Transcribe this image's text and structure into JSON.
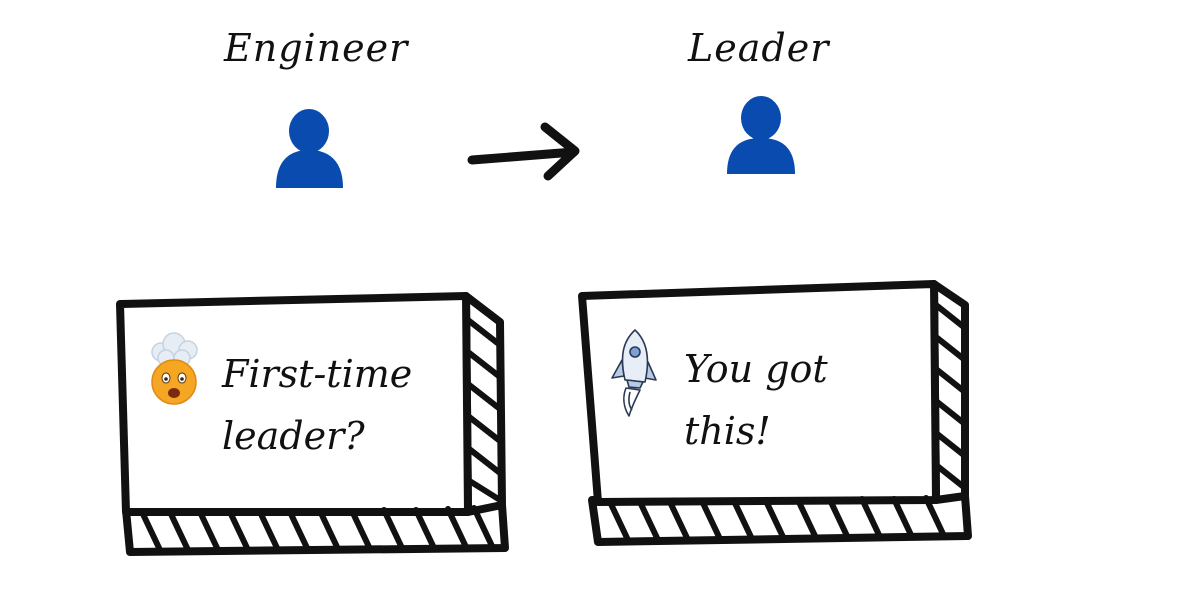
{
  "roles": {
    "from": "Engineer",
    "to": "Leader"
  },
  "cards": [
    {
      "line1": "First-time",
      "line2": "leader?",
      "emoji": "exploding-head-emoji"
    },
    {
      "line1": "You got",
      "line2": "this!",
      "emoji": "rocket-emoji"
    }
  ],
  "colors": {
    "person": "#0a4bb0",
    "ink": "#111111",
    "background": "#ffffff"
  }
}
